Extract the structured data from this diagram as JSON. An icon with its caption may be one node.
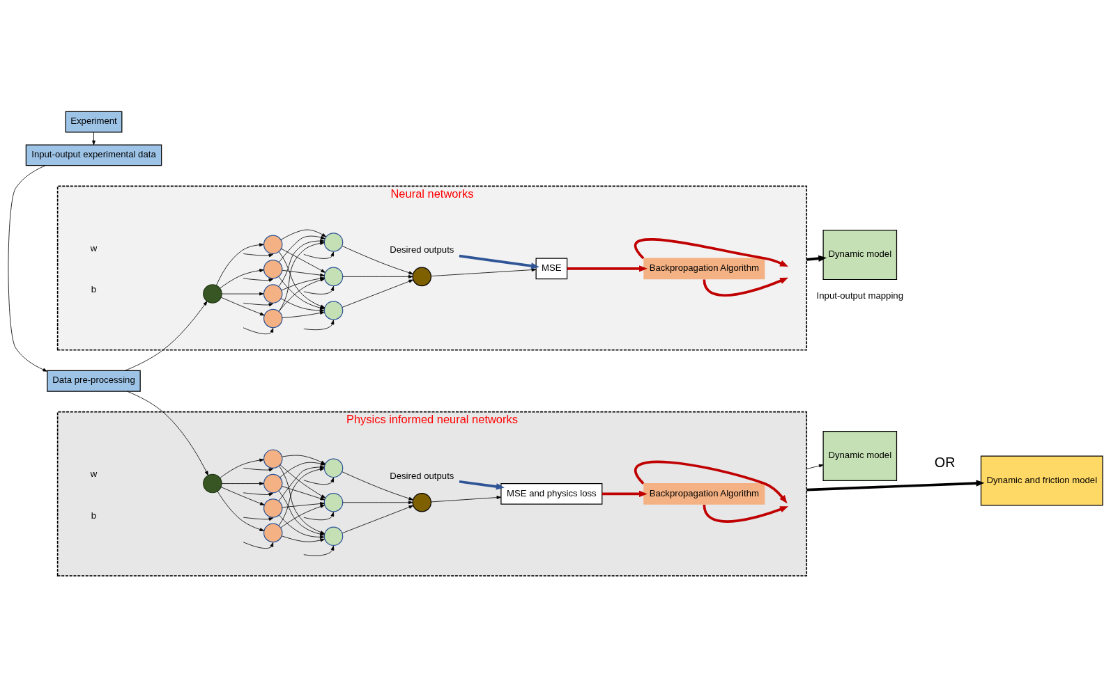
{
  "diagram": {
    "nodes": [
      {
        "text": [
          "Experiment"
        ]
      },
      {
        "text": [
          "Input-output experimental data"
        ]
      },
      {
        "text": [
          "Data pre-processing"
        ]
      },
      {
        "text": [
          "Neural networks"
        ]
      },
      {
        "text": [],
        "shape": "circle",
        "in": 3
      },
      {
        "text": [],
        "shape": "circle",
        "in": 3
      },
      {
        "text": [],
        "shape": "circle",
        "in": 3
      },
      {
        "text": [],
        "shape": "circle",
        "in": 3
      },
      {
        "text": [],
        "shape": "circle",
        "in": 3
      },
      {
        "text": [],
        "shape": "circle",
        "in": 3
      },
      {
        "text": [],
        "shape": "circle",
        "in": 3
      },
      {
        "text": [],
        "shape": "circle",
        "in": 3
      },
      {
        "text": [],
        "shape": "circle",
        "in": 3
      },
      {
        "text": [
          "Desired outputs"
        ],
        "in": 3
      },
      {
        "text": [
          "MSE"
        ],
        "in": 3
      },
      {
        "text": [
          "Backpropagation Algorithm"
        ],
        "in": 3
      },
      {
        "text": [
          "Dynamic model"
        ],
        "beside": [
          "Input-output mapping"
        ]
      },
      {
        "text": [
          "Physics informed neural networks"
        ]
      },
      {
        "text": [],
        "shape": "circle",
        "in": 17
      },
      {
        "text": [],
        "shape": "circle",
        "in": 17
      },
      {
        "text": [],
        "shape": "circle",
        "in": 17
      },
      {
        "text": [],
        "shape": "circle",
        "in": 17
      },
      {
        "text": [],
        "shape": "circle",
        "in": 17
      },
      {
        "text": [],
        "shape": "circle",
        "in": 17
      },
      {
        "text": [],
        "shape": "circle",
        "in": 17
      },
      {
        "text": [],
        "shape": "circle",
        "in": 17
      },
      {
        "text": [],
        "shape": "circle",
        "in": 17
      },
      {
        "text": [
          "Desired outputs"
        ],
        "in": 17
      },
      {
        "text": [
          "MSE and physics loss"
        ],
        "in": 17
      },
      {
        "text": [
          "Backpropagation Algorithm"
        ],
        "in": 17
      },
      {
        "text": [
          "Dynamic model"
        ]
      },
      {
        "text": [
          "Dynamic and friction model"
        ]
      }
    ],
    "edges": [
      {
        "from": 0,
        "to": 1,
        "arrow": "to"
      },
      {
        "from": 1,
        "to": 2,
        "arrow": "to"
      },
      {
        "from": 2,
        "to": 4,
        "arrow": "to"
      },
      {
        "from": 2,
        "to": 18,
        "arrow": "to"
      },
      {
        "from": 4,
        "to": 5,
        "arrow": "to"
      },
      {
        "from": 4,
        "to": 6,
        "arrow": "to"
      },
      {
        "from": 4,
        "to": 7,
        "arrow": "to"
      },
      {
        "from": 4,
        "to": 8,
        "arrow": "to"
      },
      {
        "from": 5,
        "to": 9,
        "arrow": "to"
      },
      {
        "from": 5,
        "to": 10,
        "arrow": "to"
      },
      {
        "from": 5,
        "to": 11,
        "arrow": "to"
      },
      {
        "from": 6,
        "to": 9,
        "arrow": "to"
      },
      {
        "from": 6,
        "to": 10,
        "arrow": "to"
      },
      {
        "from": 6,
        "to": 11,
        "arrow": "to"
      },
      {
        "from": 7,
        "to": 9,
        "arrow": "to"
      },
      {
        "from": 7,
        "to": 10,
        "arrow": "to"
      },
      {
        "from": 7,
        "to": 11,
        "arrow": "to"
      },
      {
        "from": 8,
        "to": 9,
        "arrow": "to"
      },
      {
        "from": 8,
        "to": 10,
        "arrow": "to"
      },
      {
        "from": 8,
        "to": 11,
        "arrow": "to"
      },
      {
        "from": 9,
        "to": 12,
        "arrow": "to"
      },
      {
        "from": 10,
        "to": 12,
        "arrow": "to"
      },
      {
        "from": 11,
        "to": 12,
        "arrow": "to"
      },
      {
        "from": 12,
        "to": 14,
        "arrow": "to"
      },
      {
        "from": 13,
        "to": 14,
        "arrow": "to",
        "style": "thick",
        "color": "#2f5597"
      },
      {
        "from": 14,
        "to": 15,
        "arrow": "to",
        "style": "thick",
        "color": "#c00000"
      },
      {
        "from": 15,
        "to": null,
        "arrow": "to",
        "style": "thick",
        "color": "#c00000"
      },
      {
        "from": 15,
        "to": null,
        "arrow": "to",
        "style": "thick",
        "color": "#c00000"
      },
      {
        "from": null,
        "to": 5,
        "arrow": "to"
      },
      {
        "from": null,
        "to": 6,
        "arrow": "to"
      },
      {
        "from": null,
        "to": 7,
        "arrow": "to"
      },
      {
        "from": null,
        "to": 8,
        "arrow": "to"
      },
      {
        "from": null,
        "to": 9,
        "arrow": "to"
      },
      {
        "from": null,
        "to": 10,
        "arrow": "to"
      },
      {
        "from": null,
        "to": 11,
        "arrow": "to"
      },
      {
        "from": 3,
        "to": 16,
        "arrow": "to",
        "style": "thick"
      },
      {
        "from": 18,
        "to": 19,
        "arrow": "to"
      },
      {
        "from": 18,
        "to": 20,
        "arrow": "to"
      },
      {
        "from": 18,
        "to": 21,
        "arrow": "to"
      },
      {
        "from": 18,
        "to": 22,
        "arrow": "to"
      },
      {
        "from": 19,
        "to": 23,
        "arrow": "to"
      },
      {
        "from": 19,
        "to": 24,
        "arrow": "to"
      },
      {
        "from": 19,
        "to": 25,
        "arrow": "to"
      },
      {
        "from": 20,
        "to": 23,
        "arrow": "to"
      },
      {
        "from": 20,
        "to": 24,
        "arrow": "to"
      },
      {
        "from": 20,
        "to": 25,
        "arrow": "to"
      },
      {
        "from": 21,
        "to": 23,
        "arrow": "to"
      },
      {
        "from": 21,
        "to": 24,
        "arrow": "to"
      },
      {
        "from": 21,
        "to": 25,
        "arrow": "to"
      },
      {
        "from": 22,
        "to": 23,
        "arrow": "to"
      },
      {
        "from": 22,
        "to": 24,
        "arrow": "to"
      },
      {
        "from": 22,
        "to": 25,
        "arrow": "to"
      },
      {
        "from": 23,
        "to": 26,
        "arrow": "to"
      },
      {
        "from": 24,
        "to": 26,
        "arrow": "to"
      },
      {
        "from": 25,
        "to": 26,
        "arrow": "to"
      },
      {
        "from": 26,
        "to": 28,
        "arrow": "to"
      },
      {
        "from": 27,
        "to": 28,
        "arrow": "to",
        "style": "thick",
        "color": "#2f5597"
      },
      {
        "from": 28,
        "to": 29,
        "arrow": "to",
        "style": "thick",
        "color": "#c00000"
      },
      {
        "from": 29,
        "to": null,
        "arrow": "to",
        "style": "thick",
        "color": "#c00000"
      },
      {
        "from": 29,
        "to": null,
        "arrow": "to",
        "style": "thick",
        "color": "#c00000"
      },
      {
        "from": null,
        "to": 19,
        "arrow": "to"
      },
      {
        "from": null,
        "to": 20,
        "arrow": "to"
      },
      {
        "from": null,
        "to": 21,
        "arrow": "to"
      },
      {
        "from": null,
        "to": 22,
        "arrow": "to"
      },
      {
        "from": null,
        "to": 23,
        "arrow": "to"
      },
      {
        "from": null,
        "to": 24,
        "arrow": "to"
      },
      {
        "from": null,
        "to": 25,
        "arrow": "to"
      },
      {
        "from": 17,
        "to": 30,
        "arrow": "to"
      },
      {
        "from": 17,
        "to": 31,
        "arrow": "to",
        "style": "thick"
      }
    ],
    "labels": [
      "w",
      "b",
      "w",
      "b",
      "OR"
    ]
  }
}
